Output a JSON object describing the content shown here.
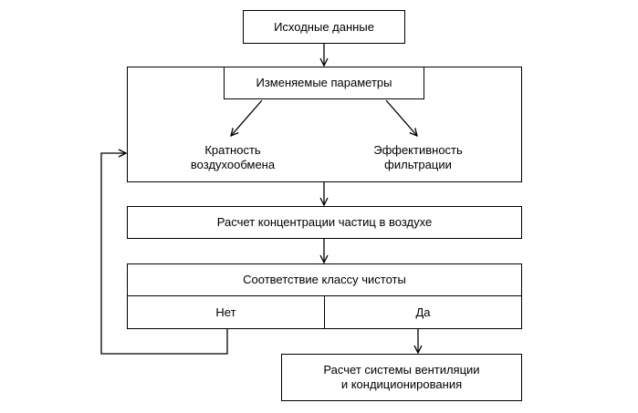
{
  "diagram": {
    "input_data": "Исходные данные",
    "variable_parameters": "Изменяемые параметры",
    "air_exchange_rate": "Кратность\nвоздухообмена",
    "filtration_efficiency": "Эффективность\nфильтрации",
    "particle_concentration": "Расчет концентрации частиц в воздухе",
    "cleanliness_class_compliance": "Соответствие классу чистоты",
    "answer_no": "Нет",
    "answer_yes": "Да",
    "ventilation_calculation": "Расчет системы вентиляции\nи кондиционирования"
  }
}
